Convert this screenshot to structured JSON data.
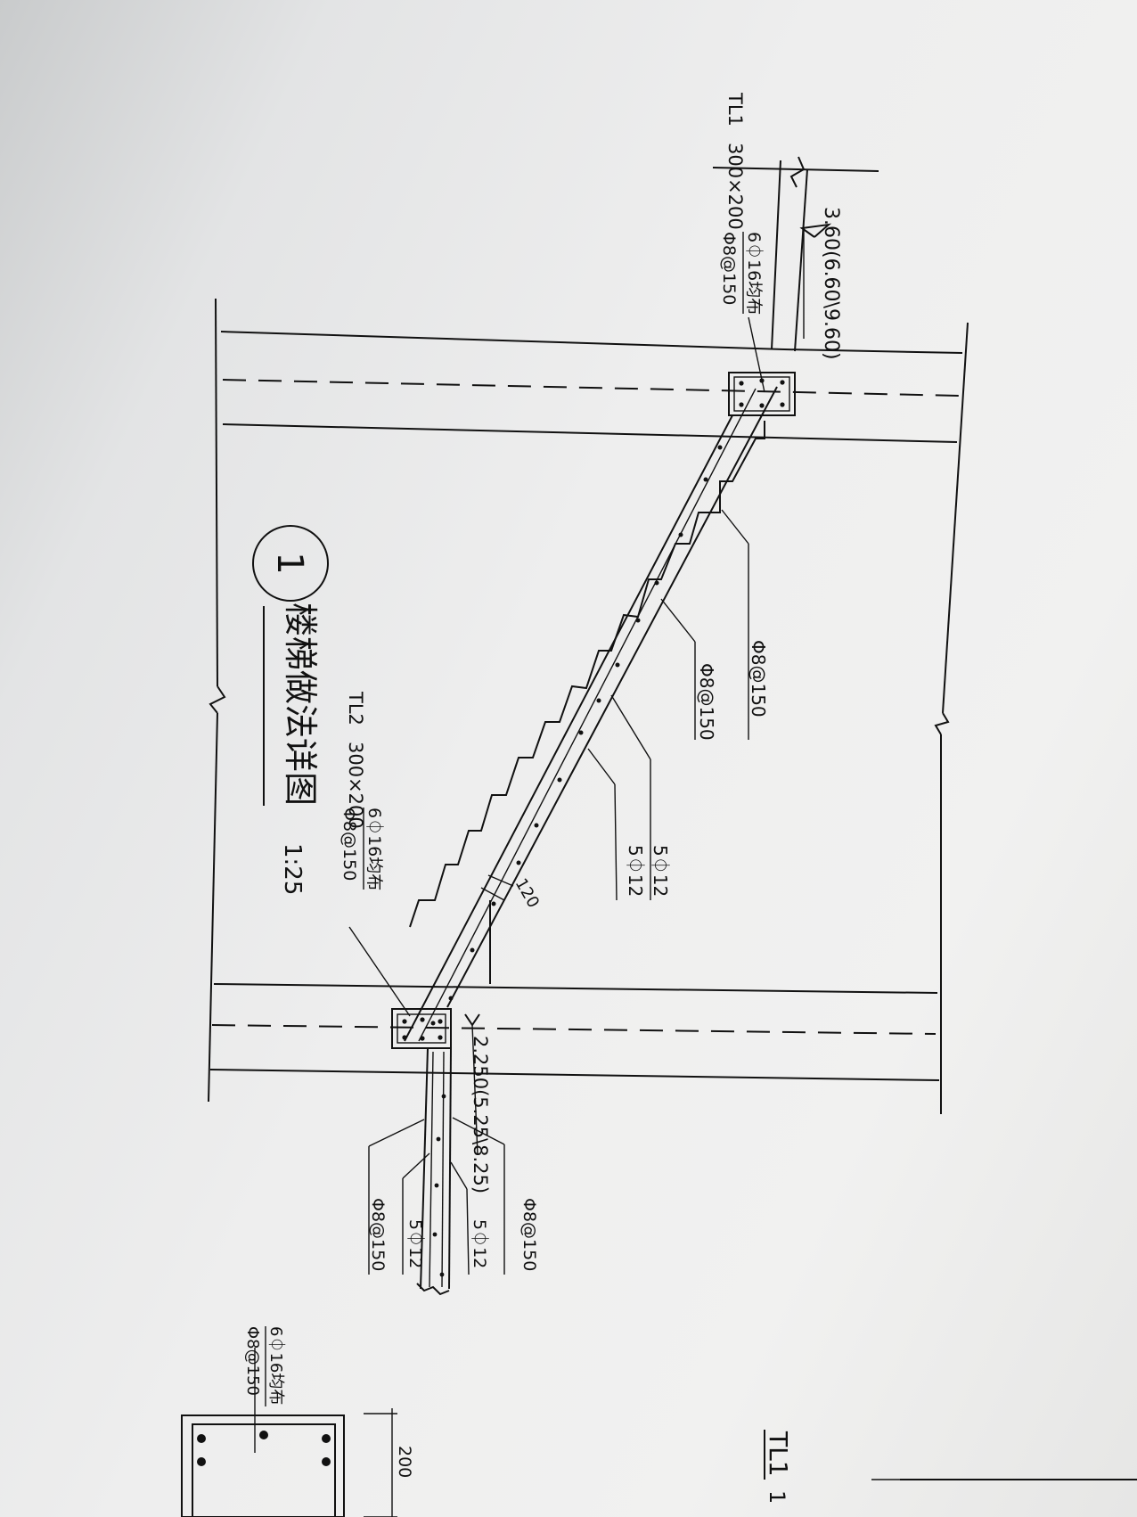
{
  "drawing": {
    "tl1": {
      "name": "TL1",
      "size": "300×200",
      "main_rebar": "6⏀16均布",
      "stirrup": "Φ8@150"
    },
    "tl2": {
      "name": "TL2",
      "size": "300×200",
      "main_rebar": "6⏀16均布",
      "stirrup": "Φ8@150"
    },
    "elev_top": "3.60(6.60\\9.60)",
    "elev_bottom": "2.250(5.25\\8.25)",
    "rebar_labels": {
      "upper_stirrup": "Φ8@150",
      "mid_stirrup": "Φ8@150",
      "upper_bar": "5⏀12",
      "lower_bar": "5⏀12",
      "landing_stirrup_a": "Φ8@150",
      "landing_bar_a": "5⏀12",
      "landing_bar_b": "5⏀12",
      "landing_stirrup_b": "Φ8@150"
    },
    "slab_thickness": "120",
    "detail_number": "1",
    "detail_title": "楼梯做法详图",
    "detail_scale": "1:25",
    "section": {
      "main_rebar": "6⏀16均布",
      "stirrup": "Φ8@150",
      "dimension": "200",
      "title": "TL1",
      "title_suffix": "1"
    }
  }
}
